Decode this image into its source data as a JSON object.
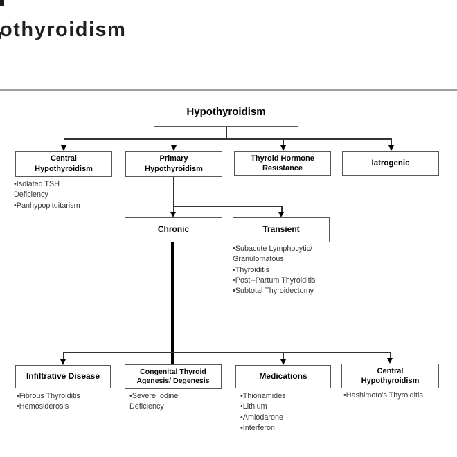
{
  "page": {
    "clipped_heading": "othyroidism"
  },
  "diagram": {
    "nodes": {
      "root": {
        "lines": [
          "Hypothyroidism"
        ]
      },
      "central": {
        "lines": [
          "Central",
          "Hypothyroidism"
        ],
        "bullets": [
          "•Isolated TSH",
          "Deficiency",
          "•Panhypopituitarism"
        ]
      },
      "primary": {
        "lines": [
          "Primary",
          "Hypothyroidism"
        ]
      },
      "thyroid_hormone_resistance": {
        "lines": [
          "Thyroid Hormone",
          "Resistance"
        ]
      },
      "iatrogenic": {
        "lines": [
          "Iatrogenic"
        ]
      },
      "chronic": {
        "lines": [
          "Chronic"
        ]
      },
      "transient": {
        "lines": [
          "Transient"
        ],
        "bullets": [
          "•Subacute Lymphocytic/",
          "Granulomatous",
          "•Thyroiditis",
          "•Post--Partum Thyroiditis",
          "•Subtotal Thyroidectomy"
        ]
      },
      "infiltrative_disease": {
        "lines": [
          "Infiltrative Disease"
        ],
        "bullets": [
          "•Fibrous Thyroiditis",
          "•Hemosiderosis"
        ]
      },
      "congenital_thyroid": {
        "lines": [
          "Congenital Thyroid",
          "Agenesis/ Degenesis"
        ],
        "bullets": [
          "•Severe Iodine",
          "Deficiency"
        ]
      },
      "medications": {
        "lines": [
          "Medications"
        ],
        "bullets": [
          "•Thionamides",
          "•Lithium",
          "•Amiodarone",
          "•Interferon"
        ]
      },
      "central_bottom": {
        "lines": [
          "Central",
          "Hypothyroidism"
        ],
        "bullets": [
          "•Hashimoto's Thyroiditis"
        ]
      }
    }
  },
  "colors": {
    "box_border": "#575757",
    "connector": "#333333",
    "thick_connector": "#000000",
    "divider": "#9e9e9e",
    "heading_text": "#231f20",
    "bullet_text": "#383838"
  }
}
